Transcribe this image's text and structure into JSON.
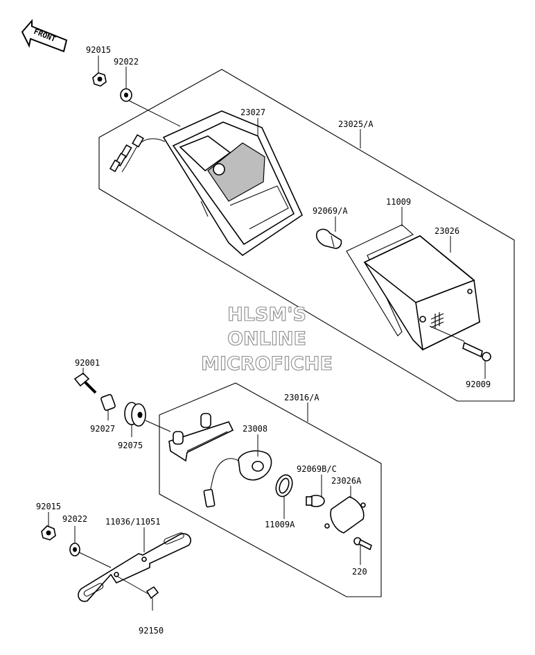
{
  "front_arrow": {
    "label": "FRONT"
  },
  "watermark": {
    "lines": [
      "HLSM'S",
      "ONLINE",
      "MICROFICHE"
    ]
  },
  "parts": [
    {
      "id": "92015-top",
      "label": "92015"
    },
    {
      "id": "92022-top",
      "label": "92022"
    },
    {
      "id": "23027",
      "label": "23027"
    },
    {
      "id": "23025A",
      "label": "23025/A"
    },
    {
      "id": "92069A",
      "label": "92069/A"
    },
    {
      "id": "11009",
      "label": "11009"
    },
    {
      "id": "23026",
      "label": "23026"
    },
    {
      "id": "92009",
      "label": "92009"
    },
    {
      "id": "92001",
      "label": "92001"
    },
    {
      "id": "92027",
      "label": "92027"
    },
    {
      "id": "92075",
      "label": "92075"
    },
    {
      "id": "23016A",
      "label": "23016/A"
    },
    {
      "id": "23008",
      "label": "23008"
    },
    {
      "id": "92069BC",
      "label": "92069B/C"
    },
    {
      "id": "23026A",
      "label": "23026A"
    },
    {
      "id": "11009A",
      "label": "11009A"
    },
    {
      "id": "220",
      "label": "220"
    },
    {
      "id": "92015-bot",
      "label": "92015"
    },
    {
      "id": "92022-bot",
      "label": "92022"
    },
    {
      "id": "11036-11051",
      "label": "11036/11051"
    },
    {
      "id": "92150",
      "label": "92150"
    }
  ]
}
